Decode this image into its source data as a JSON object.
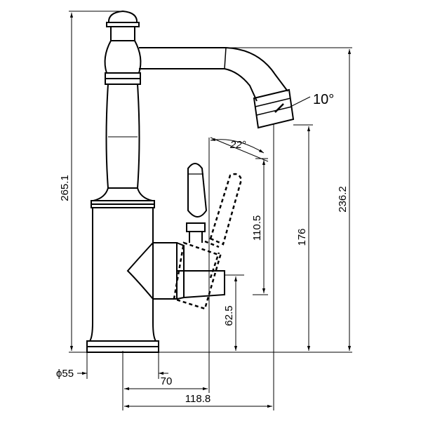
{
  "dimensions": {
    "total_height": "265.1",
    "spout_height": "236.2",
    "outlet_height": "176",
    "handle_height": "110.5",
    "lever_axis_height": "62.5",
    "base_diameter": "ϕ55",
    "lever_reach": "70",
    "spout_reach": "118.8"
  },
  "angles": {
    "handle_swing": "22°",
    "outlet_tilt": "10°"
  }
}
